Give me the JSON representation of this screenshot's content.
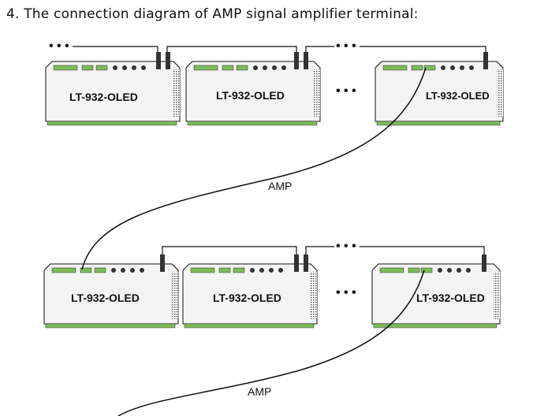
{
  "title": "4. The connection diagram of AMP signal amplifier terminal:",
  "device_model": "LT-932-OLED",
  "amp_label": "AMP",
  "ellipsis": "• • •",
  "rows": [
    {
      "devices": [
        "LT-932-OLED",
        "LT-932-OLED",
        "LT-932-OLED"
      ]
    },
    {
      "devices": [
        "LT-932-OLED",
        "LT-932-OLED",
        "LT-932-OLED"
      ]
    }
  ],
  "colors": {
    "line": "#111111",
    "terminal": "#7dbb5a",
    "box": "#f4f4f4"
  }
}
